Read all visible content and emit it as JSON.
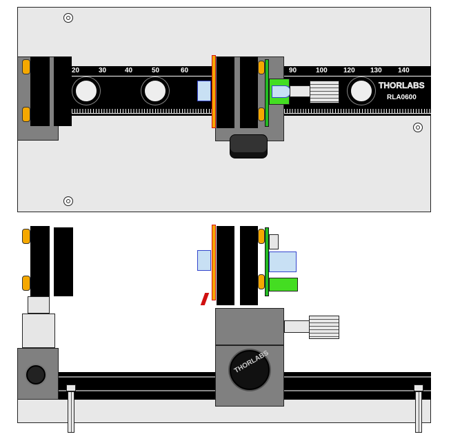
{
  "top_view": {
    "rail_ticks": [
      "20",
      "30",
      "40",
      "50",
      "60",
      "90",
      "100",
      "120",
      "130",
      "140"
    ],
    "brand": "THORLABS",
    "part_number": "RLA0600"
  },
  "side_view": {
    "knob_brand": "THORLABS"
  },
  "colors": {
    "rail": "#000000",
    "base": "#e8e8e8",
    "mount": "#808080",
    "lens": "#c8e0f4",
    "red_plate": "#d01010",
    "green_plate": "#22bb22",
    "adjuster": "#f5a800"
  }
}
